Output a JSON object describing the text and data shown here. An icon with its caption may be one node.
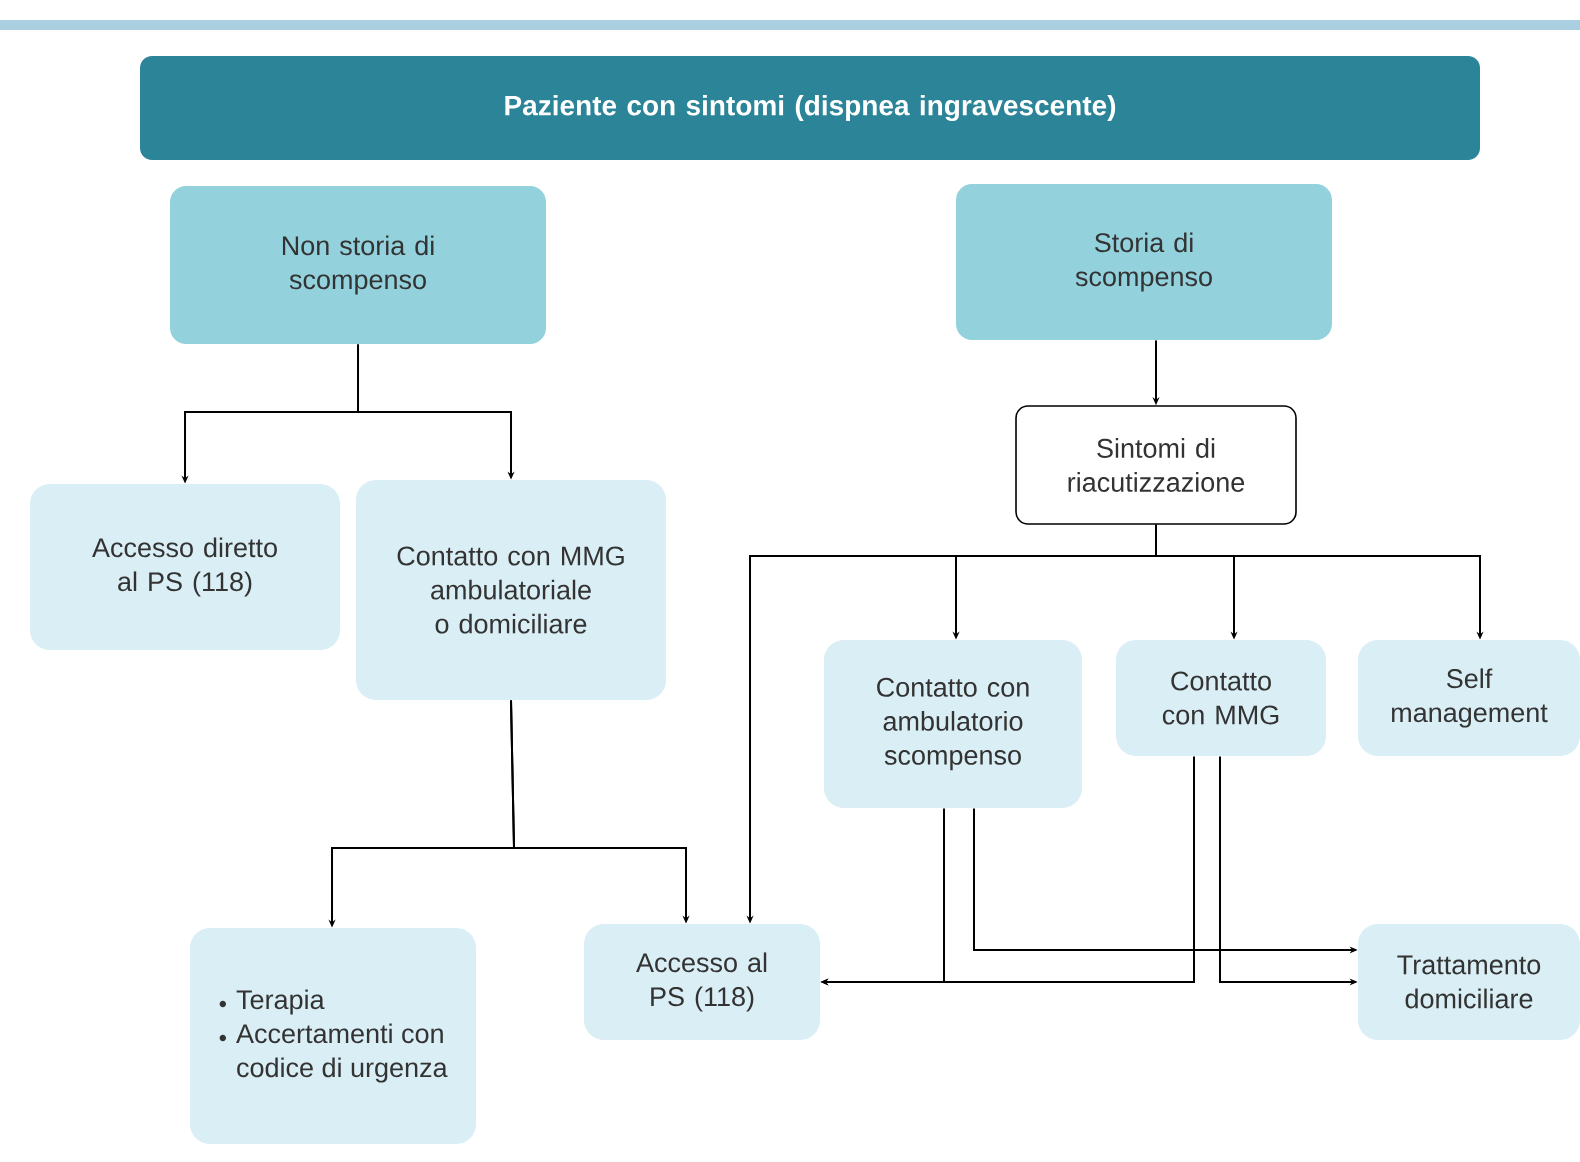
{
  "diagram": {
    "nodes": [
      {
        "text": [
          "Paziente con sintomi (dispnea ingravescente)"
        ]
      },
      {
        "text": [
          "Non storia di scompenso"
        ]
      },
      {
        "text": [
          "Storia di scompenso"
        ]
      },
      {
        "text": [
          "Accesso diretto al PS (118)"
        ]
      },
      {
        "text": [
          "Contatto con MMG ambulatoriale o domiciliare"
        ]
      },
      {
        "text": [
          "Sintomi di riacutizzazione"
        ]
      },
      {
        "text": [
          "Contatto con ambulatorio scompenso"
        ]
      },
      {
        "text": [
          "Contatto con  MMG"
        ]
      },
      {
        "text": [
          "Self management"
        ]
      },
      {
        "text": [
          "Terapia",
          "Accertamenti con codice di urgenza"
        ]
      },
      {
        "text": [
          "Accesso al PS (118)"
        ]
      },
      {
        "text": [
          "Trattamento domiciliare"
        ]
      }
    ],
    "edges": [
      {
        "from": 1,
        "to": 3,
        "arrow": "to"
      },
      {
        "from": 1,
        "to": 4,
        "arrow": "to"
      },
      {
        "from": 2,
        "to": 5,
        "arrow": "to"
      },
      {
        "from": 5,
        "to": 6,
        "arrow": "to"
      },
      {
        "from": 5,
        "to": 7,
        "arrow": "to"
      },
      {
        "from": 5,
        "to": 8,
        "arrow": "to"
      },
      {
        "from": 5,
        "to": 10,
        "arrow": "to"
      },
      {
        "from": 4,
        "to": 9,
        "arrow": "to"
      },
      {
        "from": 4,
        "to": 10,
        "arrow": "to"
      },
      {
        "from": 6,
        "to": 10,
        "arrow": "to"
      },
      {
        "from": 6,
        "to": 11,
        "arrow": "to"
      },
      {
        "from": 7,
        "to": 10,
        "arrow": "to"
      },
      {
        "from": 7,
        "to": 11,
        "arrow": "to"
      }
    ]
  }
}
